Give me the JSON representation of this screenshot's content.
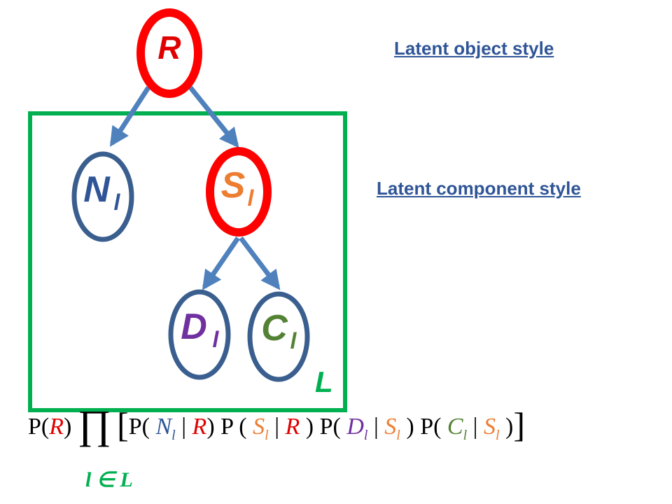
{
  "nodes": {
    "R": {
      "label": "R",
      "text_color": "#e00000",
      "border_color": "#ff0000"
    },
    "N": {
      "label": "N",
      "sub": "l",
      "text_color": "#2f5597",
      "border_color": "#3a5f8f"
    },
    "S": {
      "label": "S",
      "sub": "l",
      "text_color": "#ed7d31",
      "border_color": "#ff0000"
    },
    "D": {
      "label": "D",
      "sub": "l",
      "text_color": "#7030a0",
      "border_color": "#3a5f8f"
    },
    "C": {
      "label": "C",
      "sub": "l",
      "text_color": "#548235",
      "border_color": "#3a5f8f"
    }
  },
  "plate": {
    "label": "L",
    "color": "#00b050"
  },
  "legend": {
    "object_style": "Latent object style",
    "component_style": "Latent component style"
  },
  "formula": {
    "p_open": "P(",
    "R": "R",
    "p_close": ")",
    "prod": "∏",
    "lbracket": "[",
    "rbracket": "]",
    "term1_open": "P( ",
    "N": "N",
    "sub_l": "l",
    "given": " | ",
    "term1_close": ") ",
    "term2_open": "P ( ",
    "S": "S",
    "term2_close": " ) ",
    "term3_open": "P( ",
    "D": "D",
    "C": "C",
    "term3_close": " ) ",
    "term4_open": "P( ",
    "term4_close": " )",
    "index": "l ∈ L"
  },
  "colors": {
    "arrow": "#4f81bd",
    "red": "#ff0000",
    "orange": "#ed7d31",
    "purple": "#7030a0",
    "olive": "#548235",
    "blue": "#2f5597"
  }
}
